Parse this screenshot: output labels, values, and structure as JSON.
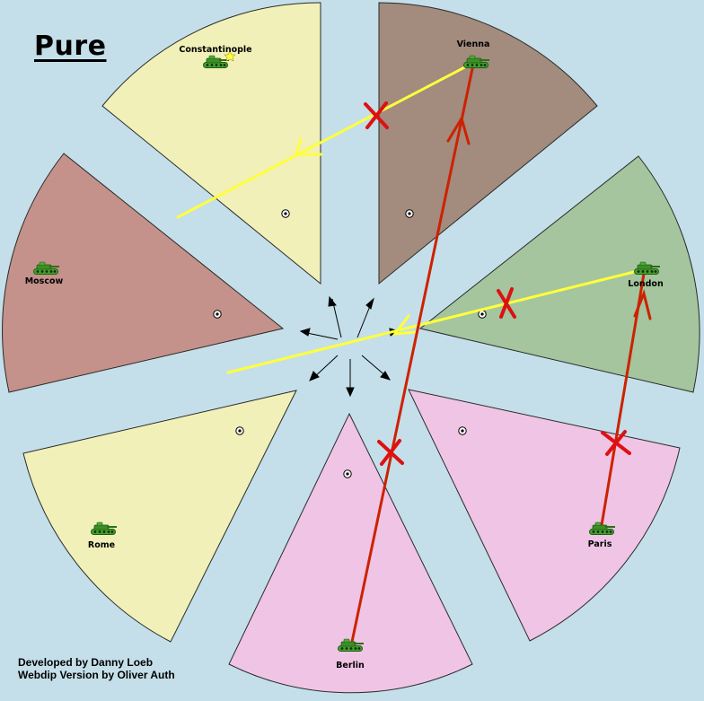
{
  "map": {
    "variant_title": "Pure",
    "credits": {
      "line1": "Developed by Danny Loeb",
      "line2": "Webdip Version by Oliver Auth"
    },
    "territories": [
      {
        "id": "constantinople",
        "label": "Constantinople",
        "color": "#f0f0b8",
        "unit": "army",
        "order": "move",
        "order_status": "failed",
        "order_arrow_color": "#ffff3c"
      },
      {
        "id": "vienna",
        "label": "Vienna",
        "color": "#a38b7d",
        "unit": "army",
        "order": "support",
        "order_status": "failed",
        "order_arrow_color": "#ffff3c"
      },
      {
        "id": "london",
        "label": "London",
        "color": "#a4c59e",
        "unit": "army",
        "order": "move",
        "order_status": "failed",
        "order_arrow_color": "#ffff3c"
      },
      {
        "id": "paris",
        "label": "Paris",
        "color": "#f0c4e4",
        "unit": "army",
        "order": "support",
        "order_status": "failed",
        "order_arrow_color": "#cc2200"
      },
      {
        "id": "berlin",
        "label": "Berlin",
        "color": "#f0c4e4",
        "unit": "army",
        "order": "support",
        "order_status": "failed",
        "order_arrow_color": "#cc2200"
      },
      {
        "id": "rome",
        "label": "Rome",
        "color": "#f0f0b8",
        "unit": "army",
        "order": "hold"
      },
      {
        "id": "moscow",
        "label": "Moscow",
        "color": "#c4928a",
        "unit": "army",
        "order": "hold"
      }
    ],
    "colors": {
      "sea": "#c4dfe9",
      "order_yellow": "#ffff3c",
      "order_red": "#cc2200",
      "failed_mark": "#dd1111"
    }
  }
}
